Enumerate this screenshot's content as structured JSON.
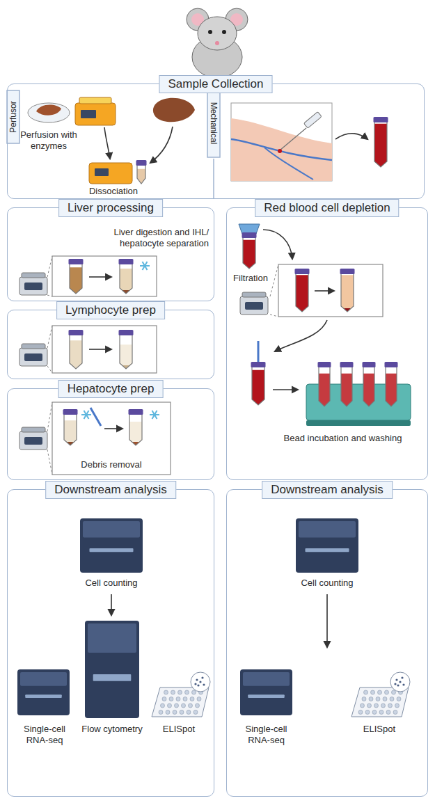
{
  "diagram": {
    "nodes": [
      {
        "text": [
          "Sample Collection"
        ]
      },
      {
        "text": [
          "Liver processing"
        ]
      },
      {
        "text": [
          "Lymphocyte prep"
        ]
      },
      {
        "text": [
          "Hepatocyte prep"
        ]
      },
      {
        "text": [
          "Downstream analysis"
        ]
      },
      {
        "text": [
          "Red blood cell depletion"
        ]
      },
      {
        "text": [
          "Downstream analysis"
        ]
      }
    ],
    "labels": [
      "Perfusor",
      "Perfusion with enzymes",
      "Dissociation",
      "Mechanical",
      "Liver digestion and IHL/ hepatocyte separation",
      "Debris removal",
      "Cell counting",
      "Single-cell RNA-seq",
      "Flow cytometry",
      "ELISpot",
      "Filtration",
      "Bead incubation and washing",
      "Cell counting",
      "Single-cell RNA-seq",
      "ELISpot"
    ]
  }
}
